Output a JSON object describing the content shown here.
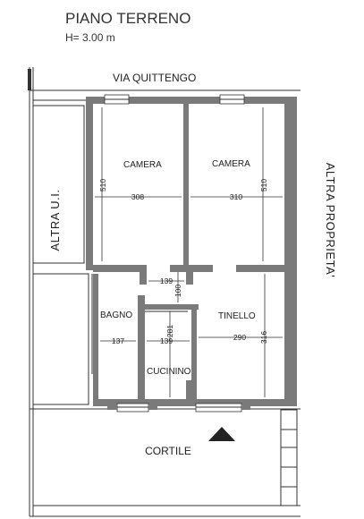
{
  "header": {
    "title": "PIANO TERRENO",
    "height_note": "H= 3.00 m"
  },
  "labels": {
    "street": "VIA QUITTENGO",
    "left_neighbor": "ALTRA U.I.",
    "right_neighbor": "ALTRA PROPRIETA'",
    "courtyard": "CORTILE"
  },
  "rooms": {
    "camera_1": "CAMERA",
    "camera_2": "CAMERA",
    "bagno": "BAGNO",
    "tinello": "TINELLO",
    "cucinino": "CUCININO"
  },
  "dimensions": {
    "camera_1_width": "308",
    "camera_1_height": "510",
    "camera_2_width": "310",
    "camera_2_height": "510",
    "corridor_width": "139",
    "corridor_depth": "100",
    "bagno_width": "137",
    "cucinino_width": "139",
    "cucinino_depth": "281",
    "tinello_width": "290",
    "tinello_depth": "316"
  }
}
